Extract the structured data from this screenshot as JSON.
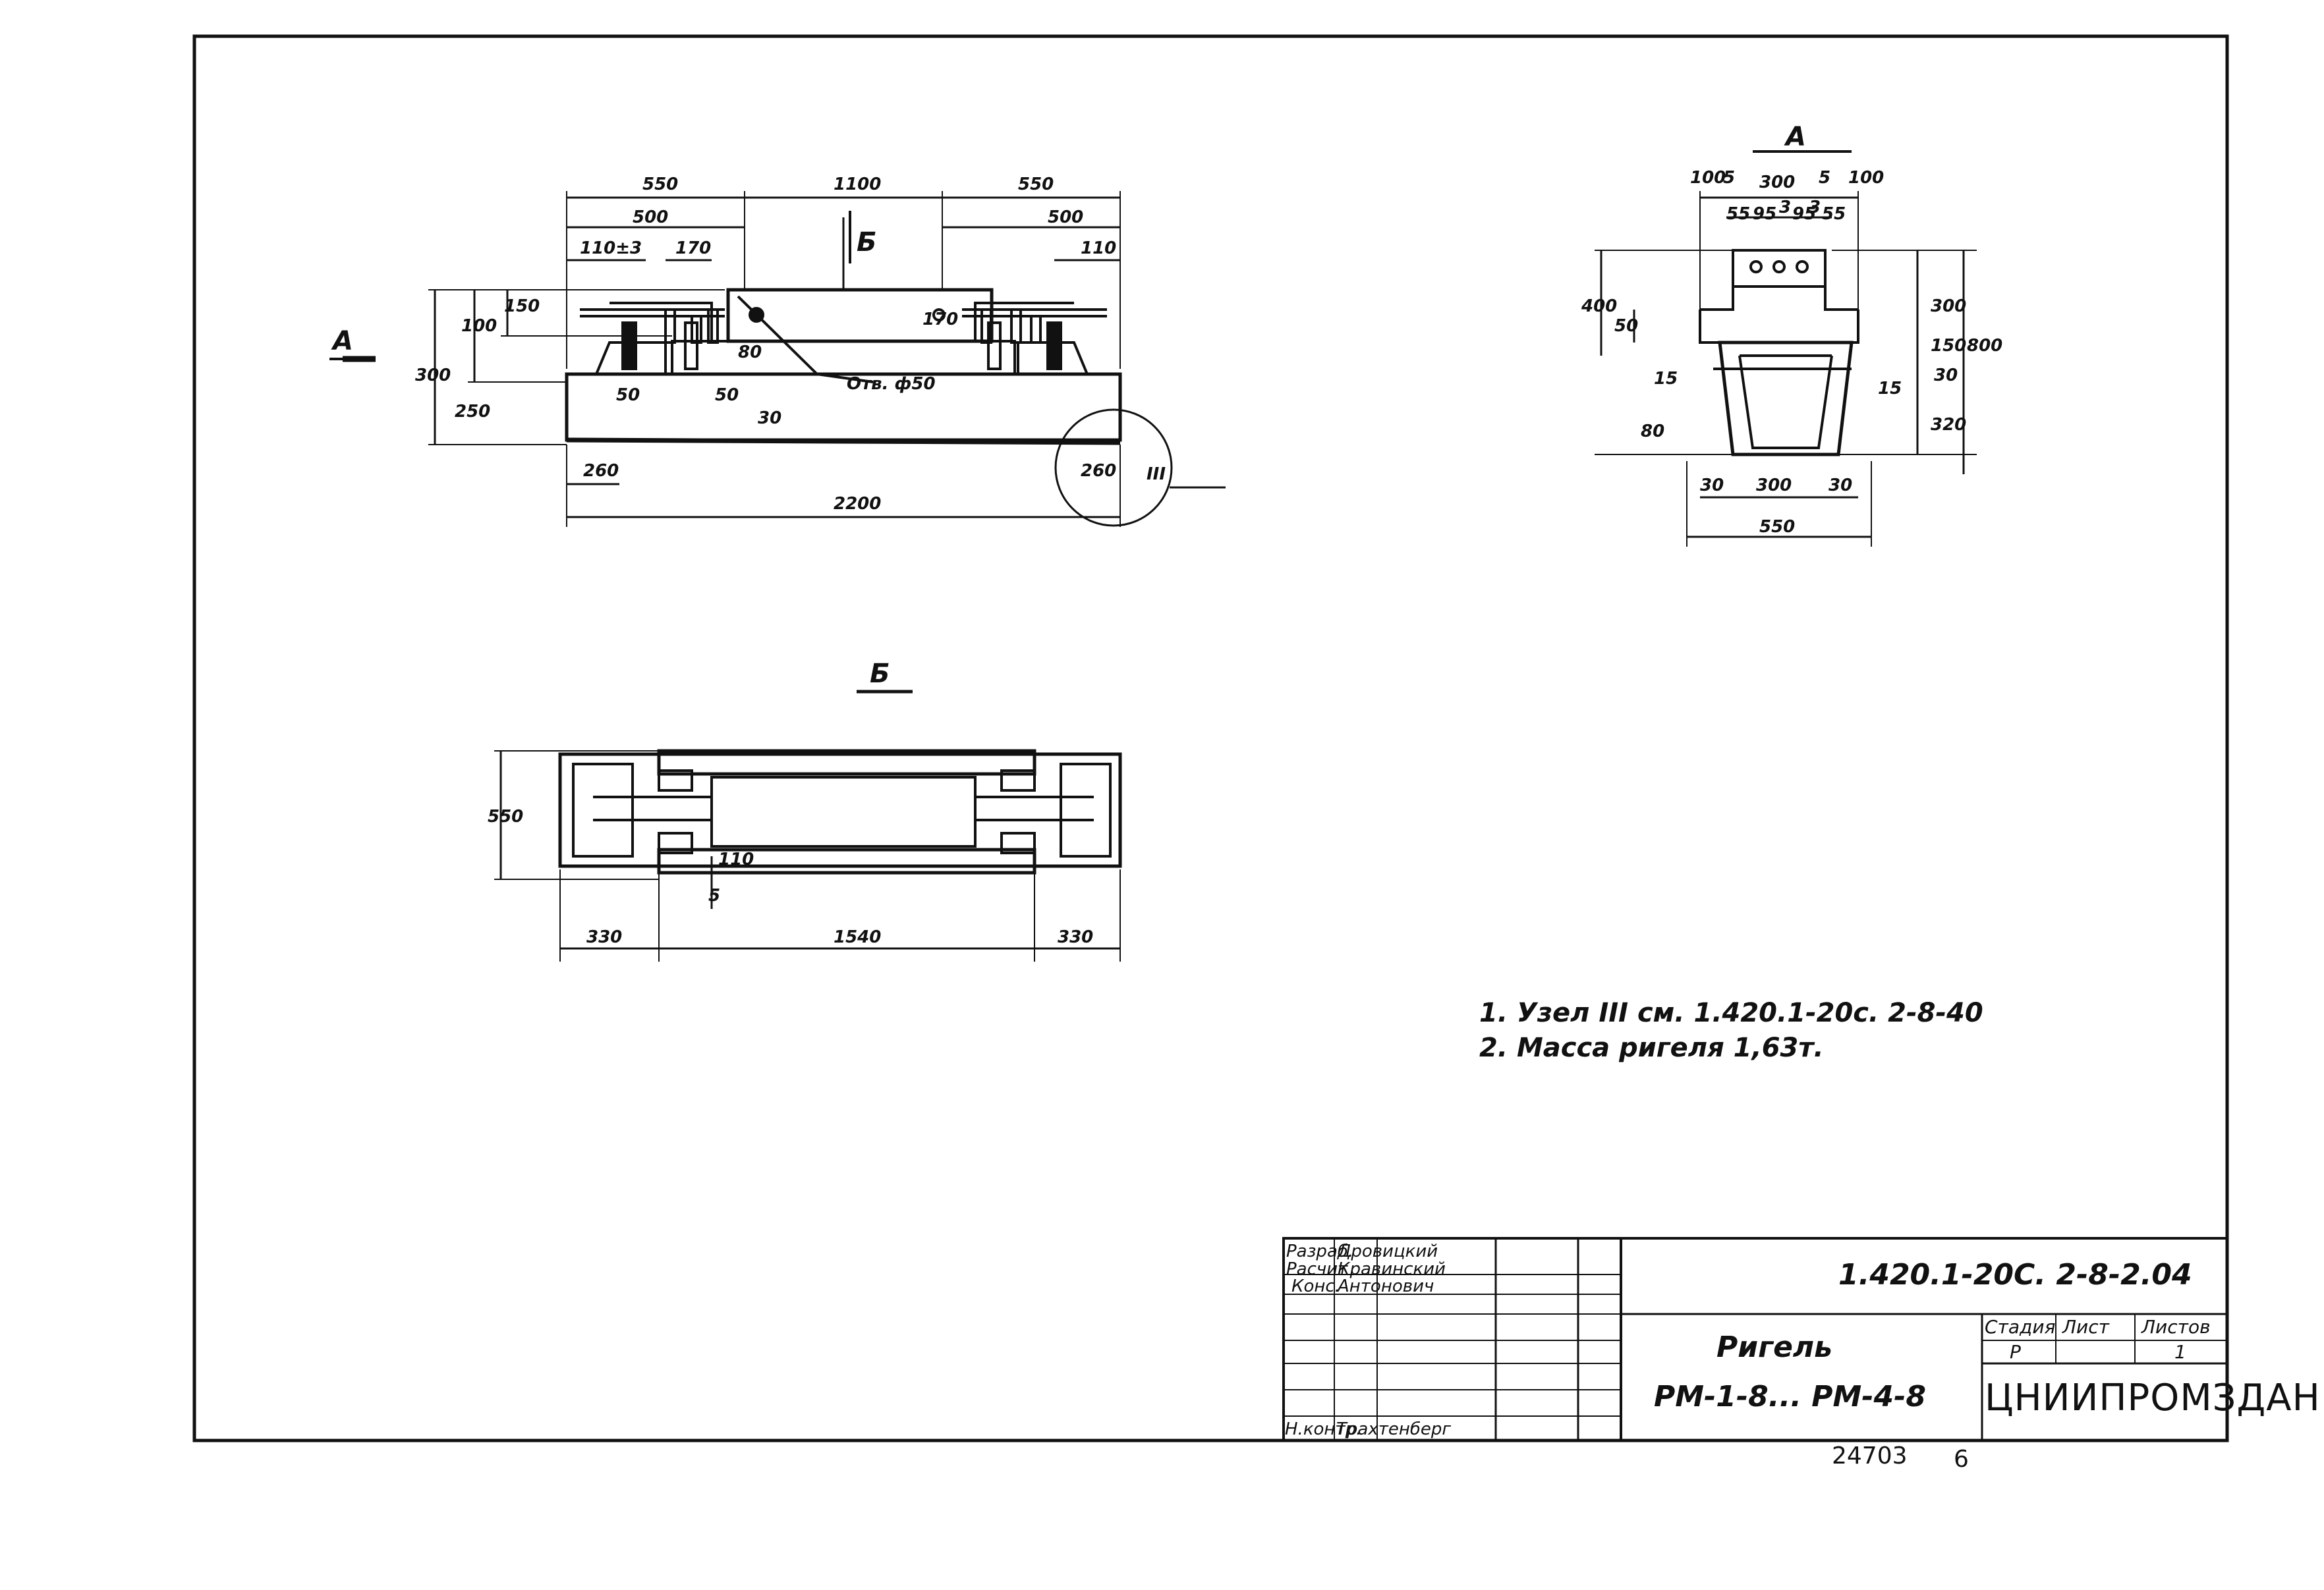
{
  "drawing": {
    "view_a_label": "А",
    "view_b_label": "Б",
    "section_b_label": "Б",
    "node_label": "III",
    "front_dims": {
      "top_left": "550",
      "top_mid": "1100",
      "top_right": "550",
      "left_500": "500",
      "right_500": "500",
      "tol": "110±3",
      "d170": "170",
      "d110": "110",
      "d170v": "170",
      "d150": "150",
      "d100": "100",
      "d300": "300",
      "d250": "250",
      "d50a": "50",
      "d50b": "50",
      "d80a": "80",
      "d30": "30",
      "d260a": "260",
      "d260b": "260",
      "total": "2200",
      "hole": "Отв. ф50"
    },
    "side_dims": {
      "t100a": "100",
      "t5a": "5",
      "t300": "300",
      "t5b": "5",
      "t100b": "100",
      "t55a": "55",
      "t95a": "95",
      "t95b": "95",
      "t55b": "55",
      "t3a": "3",
      "t3b": "3",
      "l400": "400",
      "l50": "50",
      "l15": "15",
      "l80": "80",
      "r300": "300",
      "r150": "150",
      "r30": "30",
      "r800": "800",
      "r15": "15",
      "r320": "320",
      "b30a": "30",
      "b300": "300",
      "b30b": "30",
      "b550": "550"
    },
    "plan_dims": {
      "h550": "550",
      "left": "330",
      "mid": "1540",
      "right": "330",
      "r110": "110",
      "r5": "5"
    }
  },
  "notes": {
    "n1": "1. Узел III см. 1.420.1-20с. 2-8-40",
    "n2": "2. Масса ригеля 1,63т."
  },
  "title_block": {
    "roles": [
      "Разраб.",
      "Расчит",
      "Конс.",
      "",
      "",
      "Н.контр."
    ],
    "names": [
      "Дровицкий",
      "Кравинский",
      "Антонович",
      "",
      "",
      "Трахтенберг"
    ],
    "code": "1.420.1-20С. 2-8-2.04",
    "title_line1": "Ригель",
    "title_line2": "РМ-1-8... РМ-4-8",
    "stage_hdr": "Стадия",
    "sheet_hdr": "Лист",
    "sheets_hdr": "Листов",
    "stage_val": "Р",
    "sheets_val": "1",
    "org": "ЦНИИПРОМЗДАНИЙ"
  },
  "stamp": {
    "number": "24703",
    "page": "6"
  }
}
